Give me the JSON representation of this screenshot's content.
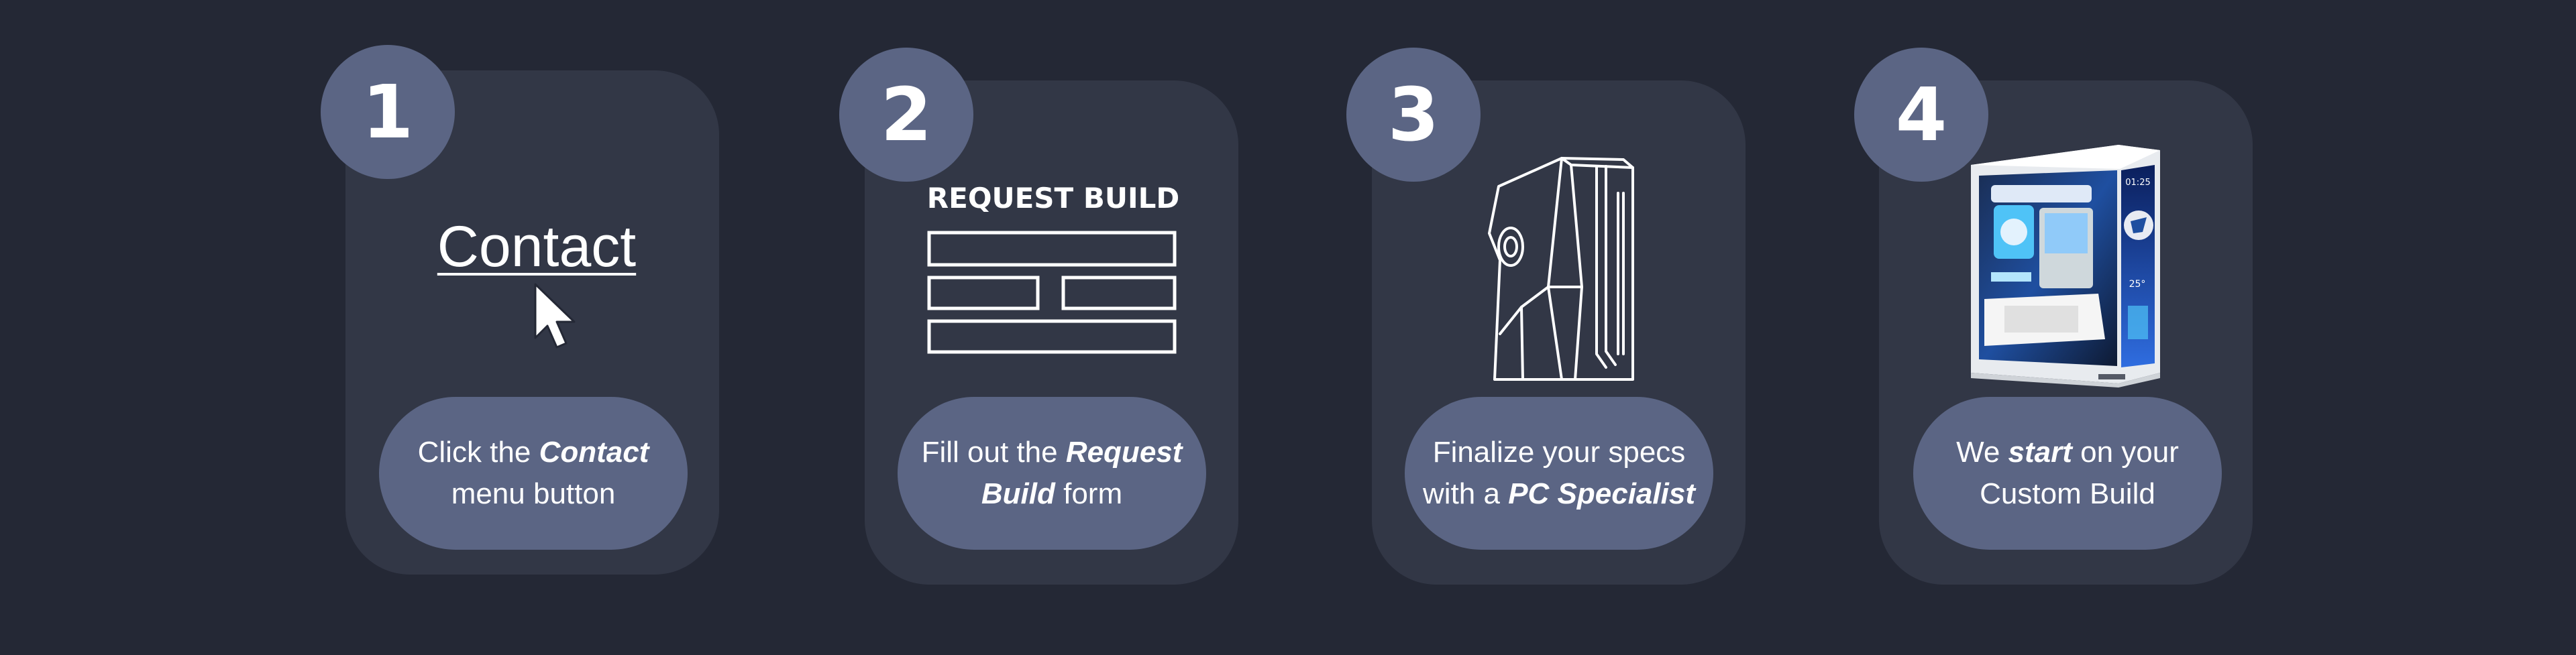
{
  "steps": [
    {
      "number": "1",
      "illustration": {
        "link_text": "Contact",
        "icon": "cursor-arrow-icon"
      },
      "caption_before": "Click the ",
      "caption_emphasis": "Contact",
      "caption_after": " menu button"
    },
    {
      "number": "2",
      "illustration": {
        "heading": "REQUEST BUILD",
        "icon": "form-fields-icon"
      },
      "caption_before": "Fill out the ",
      "caption_emphasis": "Request Build",
      "caption_after": " form"
    },
    {
      "number": "3",
      "illustration": {
        "icon": "pc-case-outline-icon"
      },
      "caption_before": "Finalize your specs with a ",
      "caption_emphasis": "PC Specialist",
      "caption_after": ""
    },
    {
      "number": "4",
      "illustration": {
        "icon": "custom-pc-build-image",
        "screen_time": "01:25",
        "screen_temp": "25°"
      },
      "caption_before": "We ",
      "caption_emphasis": "start",
      "caption_after": " on your Custom Build"
    }
  ],
  "colors": {
    "background": "#242835",
    "card": "#323746",
    "accent": "#5b6584",
    "text": "#ffffff"
  }
}
